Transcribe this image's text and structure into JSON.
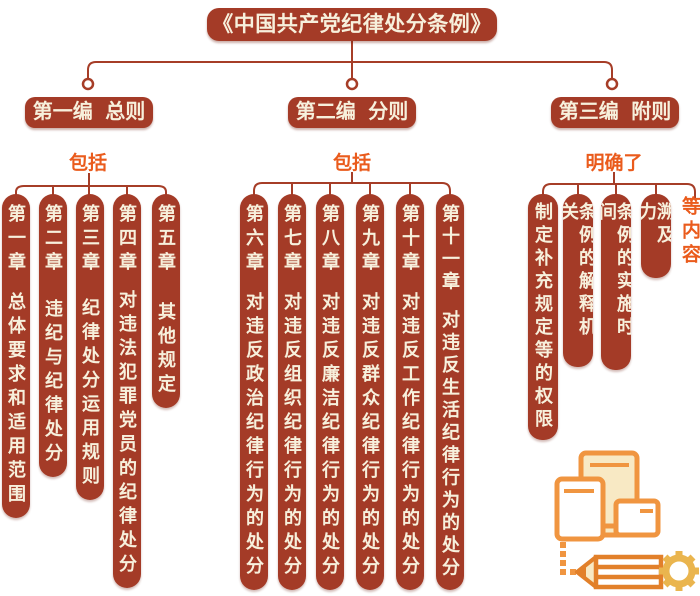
{
  "title": "《中国共产党纪律处分条例》",
  "branches": [
    {
      "label": "第一编 总则",
      "connector_label": "包括",
      "items": [
        {
          "num": "第一章",
          "text": "总体要求和适用范围"
        },
        {
          "num": "第二章",
          "text": "违纪与纪律处分"
        },
        {
          "num": "第三章",
          "text": "纪律处分运用规则"
        },
        {
          "num": "第四章",
          "text": "对违法犯罪党员的纪律处分"
        },
        {
          "num": "第五章",
          "text": "其他规定"
        }
      ]
    },
    {
      "label": "第二编 分则",
      "connector_label": "包括",
      "items": [
        {
          "num": "第六章",
          "text": "对违反政治纪律行为的处分"
        },
        {
          "num": "第七章",
          "text": "对违反组织纪律行为的处分"
        },
        {
          "num": "第八章",
          "text": "对违反廉洁纪律行为的处分"
        },
        {
          "num": "第九章",
          "text": "对违反群众纪律行为的处分"
        },
        {
          "num": "第十章",
          "text": "对违反工作纪律行为的处分"
        },
        {
          "num": "第十一章",
          "text": "对违反生活纪律行为的处分"
        }
      ]
    },
    {
      "label": "第三编 附则",
      "connector_label": "明确了",
      "items": [
        {
          "text": "制定补充规定等的权限"
        },
        {
          "text": "条例的解释机关"
        },
        {
          "text": "条例的实施时间"
        },
        {
          "text": "溯及力"
        }
      ],
      "suffix": "等内容"
    }
  ],
  "colors": {
    "node_red": "#A43B27",
    "text_cream": "#F7F0DC",
    "accent_orange": "#EA5B1C",
    "icon_orange": "#F09540",
    "icon_deep_orange": "#E2802A",
    "icon_gold": "#EAB54E",
    "icon_cream": "#F8E9C4"
  },
  "decoration_icons": [
    "tablet-icon",
    "phone-icon",
    "screen-icon",
    "pencil-icon",
    "gear-icon"
  ]
}
